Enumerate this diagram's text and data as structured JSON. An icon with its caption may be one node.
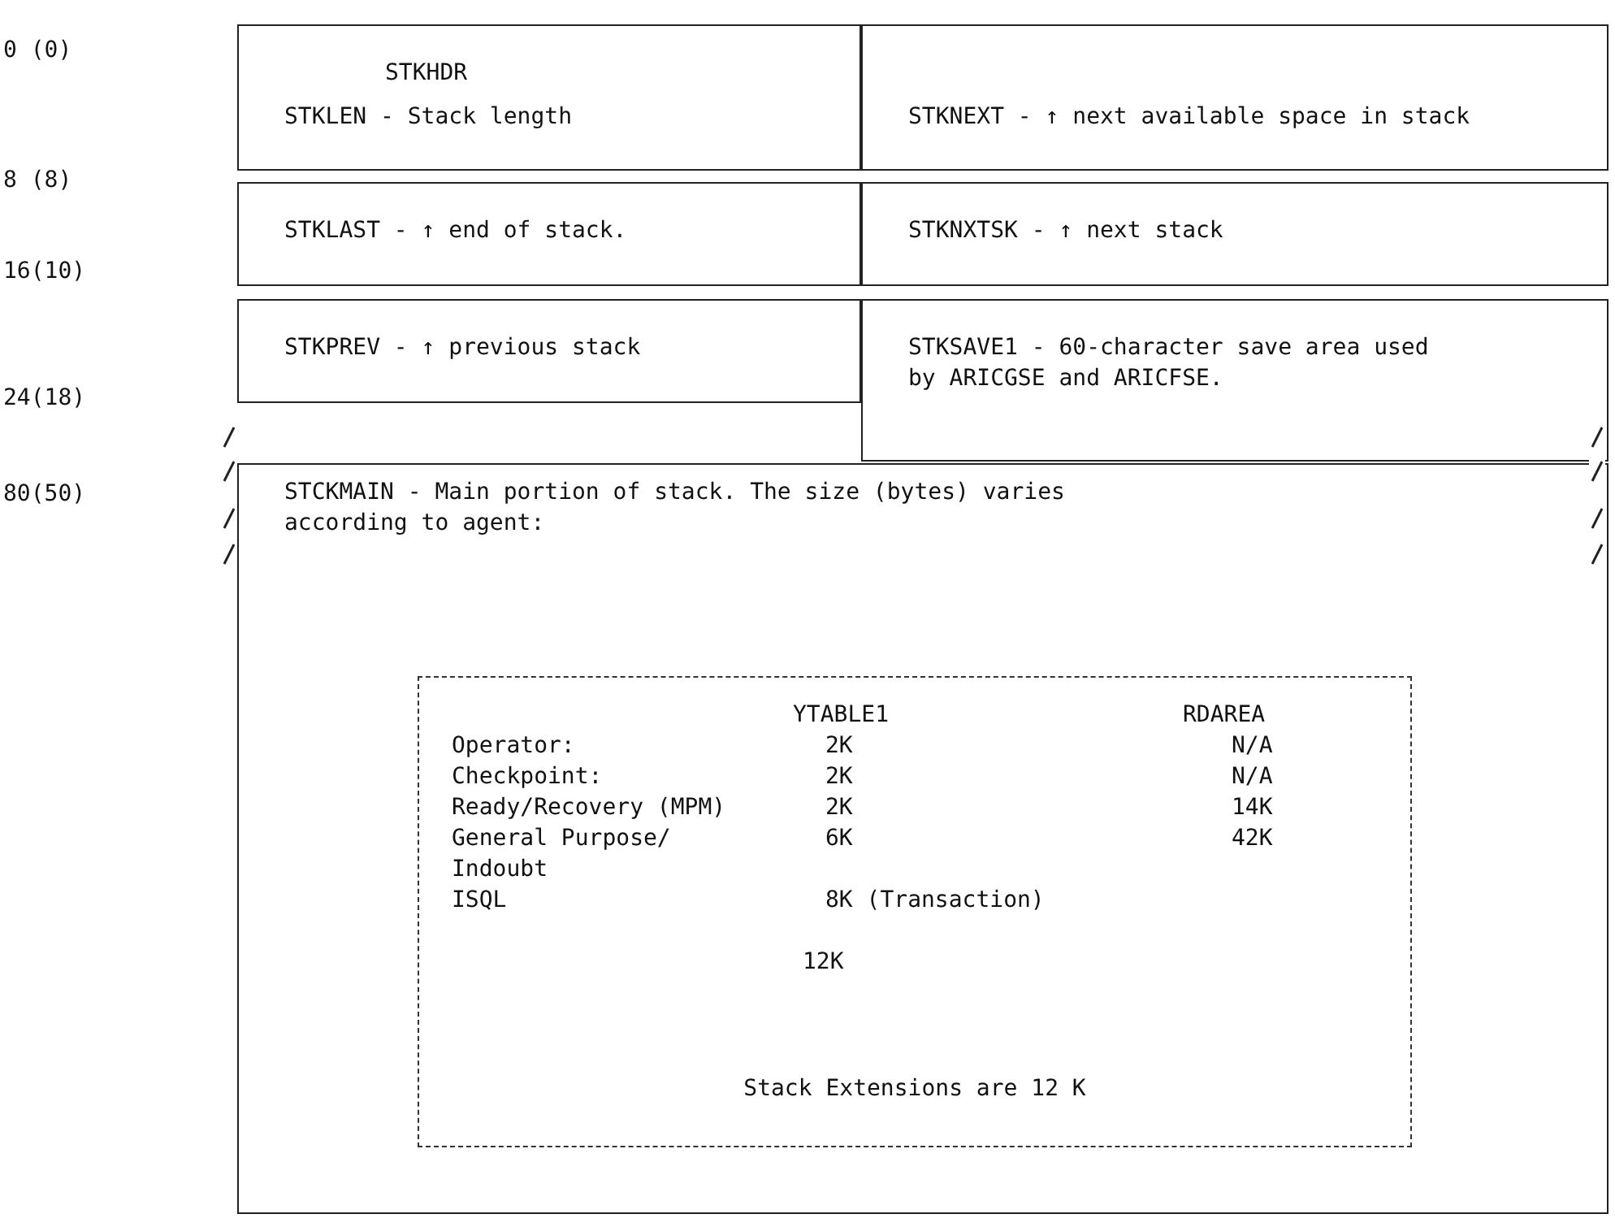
{
  "diagram": {
    "nodes": [
      {
        "text": [
          "STKHDR",
          "STKLEN - Stack length"
        ]
      },
      {
        "text": [
          "STKNEXT - ↑ next available space in stack"
        ]
      },
      {
        "text": [
          "STKLAST - ↑ end of stack."
        ]
      },
      {
        "text": [
          "STKNXTSK - ↑ next stack"
        ]
      },
      {
        "text": [
          "STKPREV - ↑ previous stack"
        ]
      },
      {
        "text": [
          "STKSAVE1 - 60-character save area used by ARICGSE and ARICFSE."
        ]
      },
      {
        "text": [
          "STCKMAIN - Main portion of stack. The size (bytes) varies according to agent:"
        ]
      },
      {
        "text": [
          "Stack Extensions are 12 K"
        ],
        "in": 6
      }
    ],
    "edges": [],
    "labels": [
      "0 (0)",
      "8 (8)",
      "16(10)",
      "24(18)",
      "80(50)",
      "YTABLE1",
      "RDAREA",
      "Operator:",
      "2K",
      "N/A",
      "Checkpoint:",
      "2K",
      "N/A",
      "Ready/Recovery (MPM)",
      "2K",
      "14K",
      "General Purpose/ Indoubt",
      "6K",
      "42K",
      "ISQL",
      "8K (Transaction)",
      "12K"
    ]
  }
}
